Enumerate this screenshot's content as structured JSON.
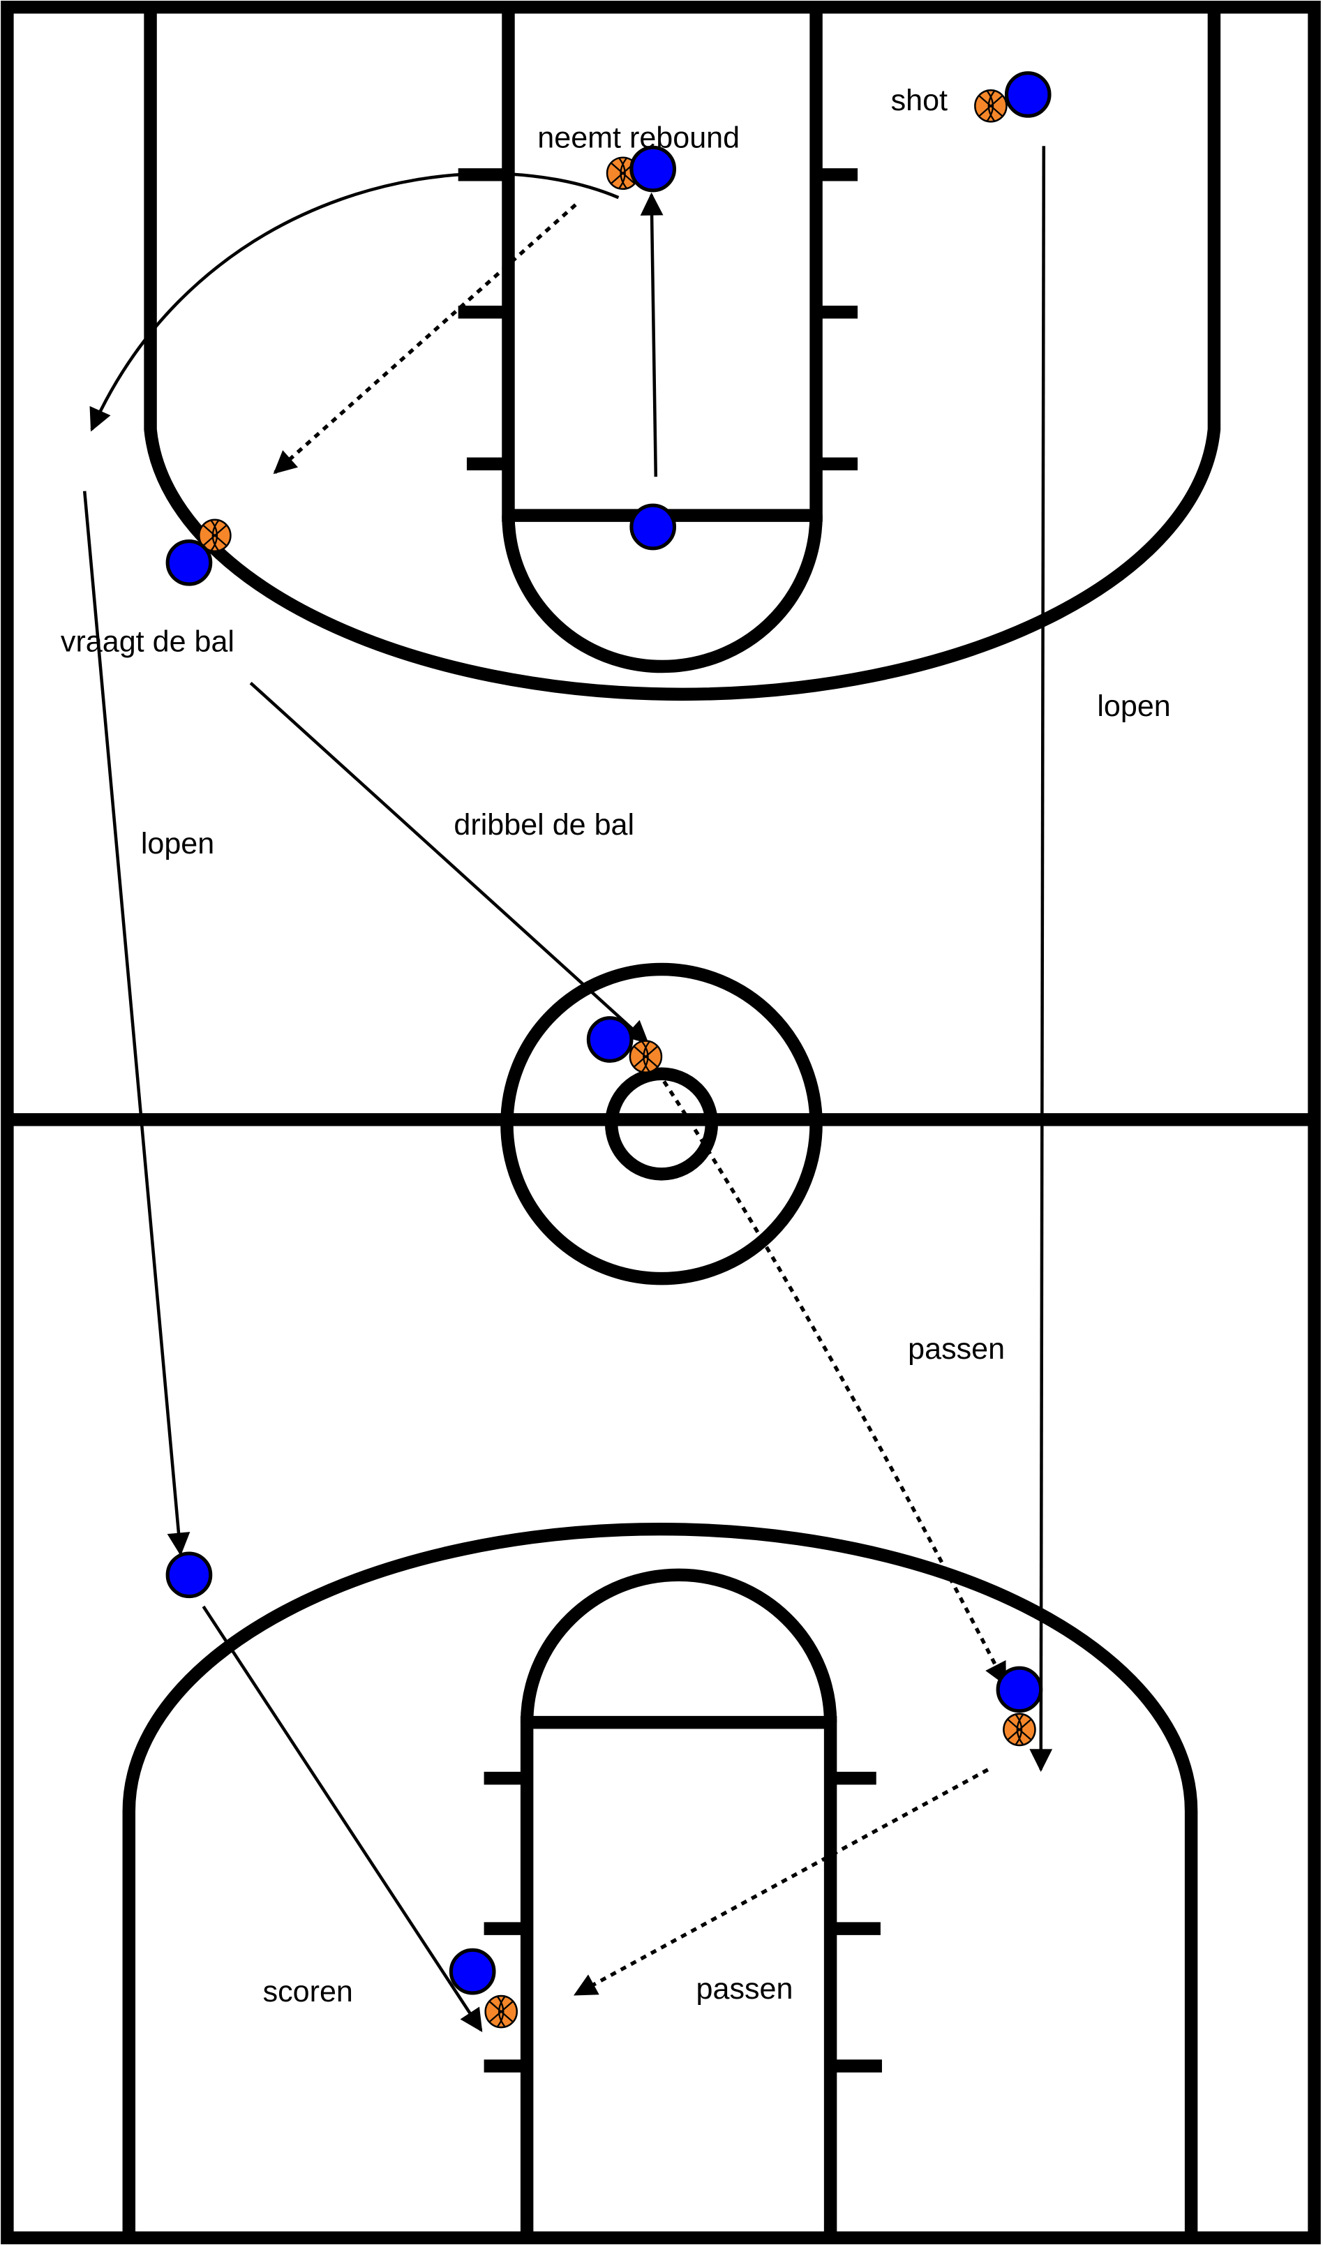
{
  "diagram": {
    "type": "basketball-drill",
    "labels": {
      "rebound": "neemt rebound",
      "shot": "shot",
      "ask_ball": "vraagt de bal",
      "run_left": "lopen",
      "dribble": "dribbel de bal",
      "run_right": "lopen",
      "pass_mid": "passen",
      "score": "scoren",
      "pass_low": "passen"
    },
    "colors": {
      "player": "#0000ff",
      "ball": "#f5872a",
      "court_lines": "#000000",
      "background": "#ffffff"
    }
  }
}
